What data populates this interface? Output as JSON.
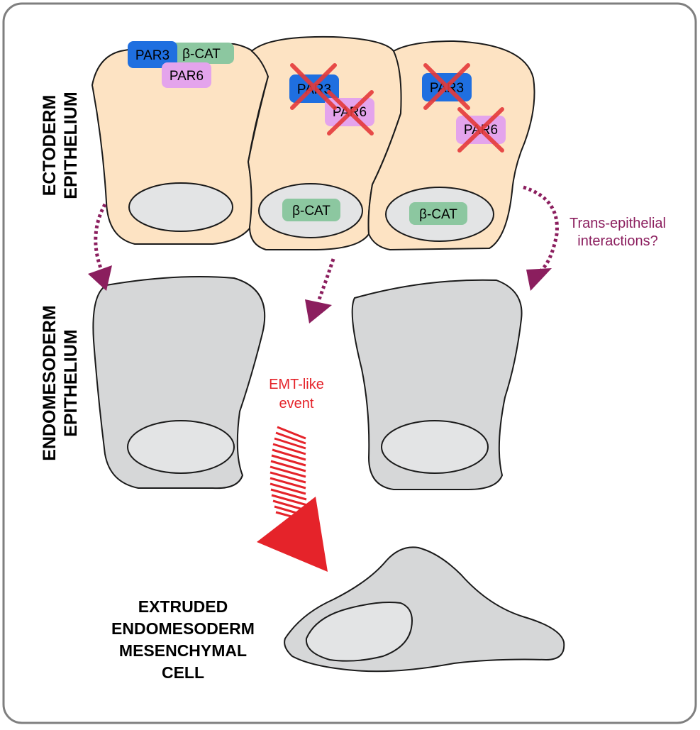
{
  "labels": {
    "ectoderm": [
      "ECTODERM",
      "EPITHELIUM"
    ],
    "endomesoderm": [
      "ENDOMESODERM",
      "EPITHELIUM"
    ],
    "trans_epithelial": [
      "Trans-epithelial",
      "interactions?"
    ],
    "emt": [
      "EMT-like",
      "event"
    ],
    "extruded": [
      "EXTRUDED",
      "ENDOMESODERM",
      "MESENCHYMAL",
      "CELL"
    ]
  },
  "proteins": {
    "par3": "PAR3",
    "par6": "PAR6",
    "bcat": "β-CAT"
  },
  "colors": {
    "frame": "#7f7f7f",
    "ectoderm_fill": "#fde3c3",
    "endo_fill": "#d6d7d8",
    "nucleus_fill": "#e3e4e5",
    "par3": "#1f6fe0",
    "par6": "#e4a4ec",
    "bcat": "#8cc7a0",
    "cross": "#e53a3a",
    "arrow_purple": "#8b1e5e",
    "emt_red": "#e5232a"
  }
}
